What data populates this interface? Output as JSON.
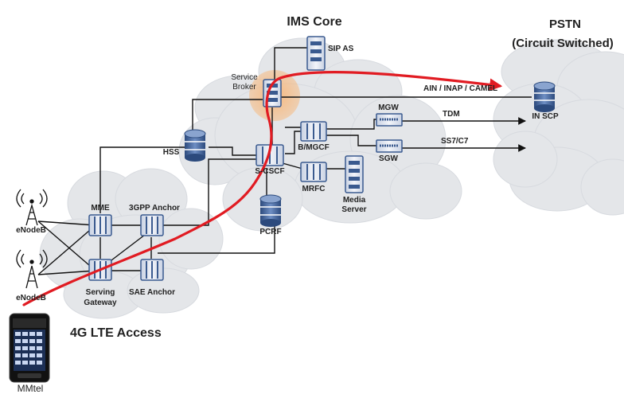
{
  "titles": {
    "ims_core": "IMS Core",
    "pstn_line1": "PSTN",
    "pstn_line2": "(Circuit Switched)",
    "lte_access": "4G LTE Access"
  },
  "nodes": {
    "sip_as": "SIP AS",
    "service_broker_line1": "Service",
    "service_broker_line2": "Broker",
    "mgw": "MGW",
    "sgw": "SGW",
    "in_scp": "IN SCP",
    "hss": "HSS",
    "cscf": "S-CSCF",
    "bmgcf": "B/MGCF",
    "mrfc": "MRFC",
    "media_server_line1": "Media",
    "media_server_line2": "Server",
    "pcrf": "PCRF",
    "mme": "MME",
    "anchor_3gpp": "3GPP Anchor",
    "serving_gw_line1": "Serving",
    "serving_gw_line2": "Gateway",
    "sae_anchor": "SAE Anchor",
    "enodeb_top": "eNodeB",
    "enodeb_bottom": "eNodeB",
    "mmtel": "MMtel"
  },
  "links": {
    "ain": "AIN / INAP / CAMEL",
    "tdm": "TDM",
    "ss7": "SS7/C7"
  },
  "colors": {
    "cloud": "#e4e6e9",
    "cloud_edge": "#d7dadf",
    "server_fill": "#dfe4ee",
    "server_border": "#3a5a8f",
    "db_fill": "#3d5f97",
    "signal_path": "#e11b22",
    "highlight": "#f6c48e"
  }
}
